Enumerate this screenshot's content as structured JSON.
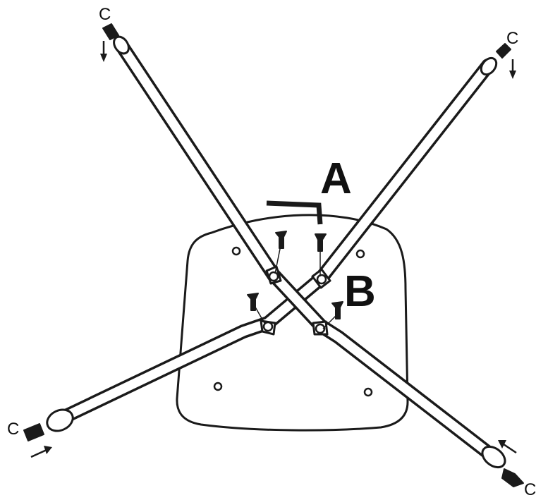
{
  "labels": {
    "allen_key": "A",
    "screw": "B",
    "cap_top_left": "C",
    "cap_top_right": "C",
    "cap_bottom_left": "C",
    "cap_bottom_right": "C"
  },
  "colors": {
    "ink": "#1a1a1a",
    "paper": "#ffffff"
  }
}
